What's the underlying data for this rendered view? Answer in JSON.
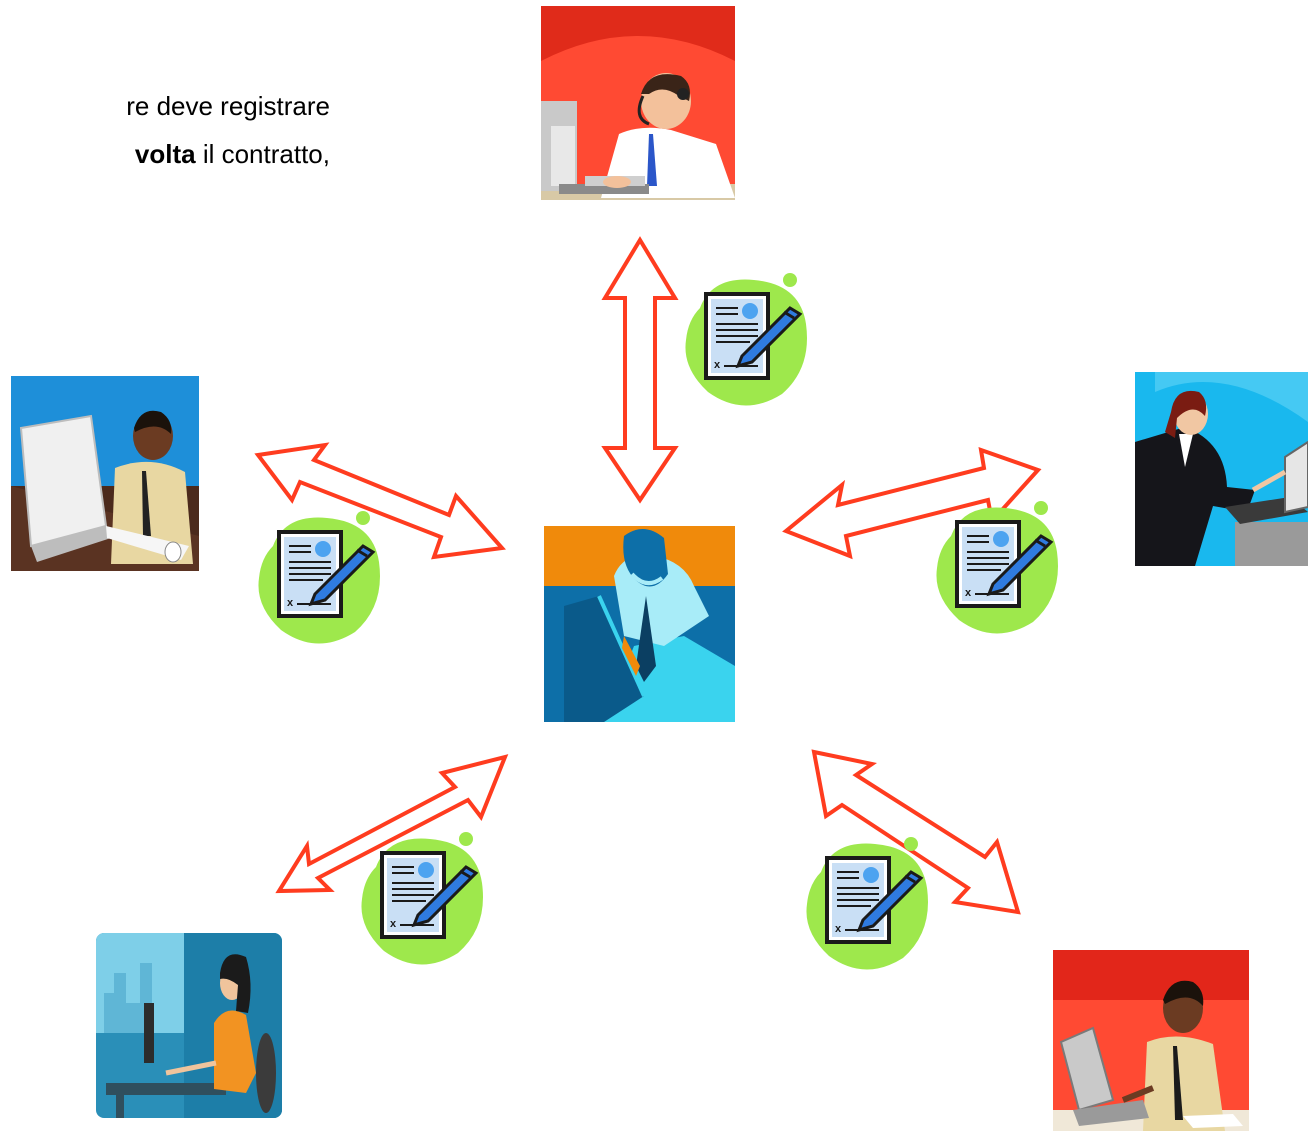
{
  "caption": {
    "line1": "re deve registrare",
    "line2_bold": "volta",
    "line2_rest": " il contratto,"
  },
  "colors": {
    "arrow_stroke": "#ff3c1f",
    "contract_blob": "#9ee84c",
    "hub_background": "#0d6fa8",
    "tile_red": "#ff4a33",
    "tile_sky": "#19b8ee"
  },
  "icons": {
    "contract": "signed-contract-icon",
    "hub": "thinking-businessman-icon",
    "top": "call-center-operator-icon",
    "left": "man-at-computer-icon",
    "right": "woman-at-laptop-icon",
    "bottom_left": "woman-at-desk-icon",
    "bottom_right": "man-typing-icon"
  },
  "contract_mark": "x"
}
